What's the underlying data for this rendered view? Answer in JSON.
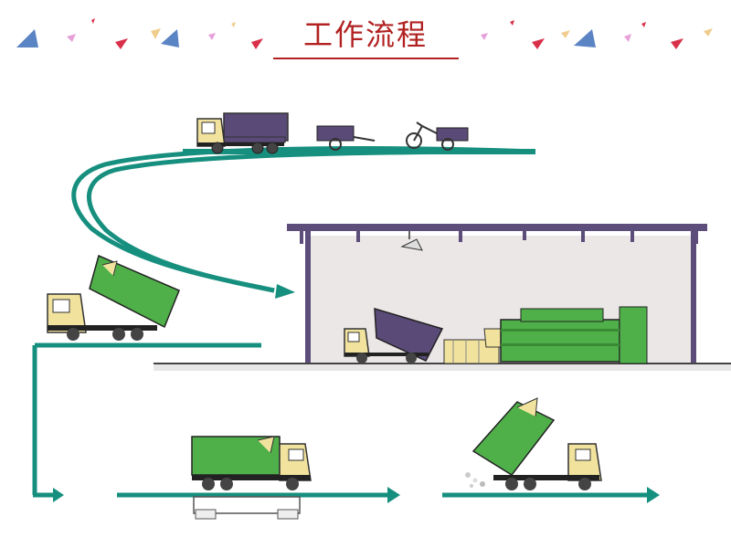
{
  "header": {
    "title": "工作流程"
  },
  "colors": {
    "title": "#b22222",
    "flow_path": "#178f7f",
    "container_green": "#4fb04a",
    "truck_cab": "#f1e39e",
    "truck_body_purple": "#5a4a78",
    "building_wall": "#ebe7e6",
    "building_frame": "#5c4d7a",
    "bunting_blue": "#5b84c4",
    "bunting_red": "#d9304a",
    "bunting_pink": "#e7a0d8",
    "bunting_yellow": "#f0cd8e"
  },
  "stages": [
    {
      "id": "collection",
      "vehicles": [
        "compactor-truck",
        "hand-cart",
        "tricycle-cart"
      ]
    },
    {
      "id": "transfer-station-compaction",
      "vehicles": [
        "dump-truck",
        "compactor-station",
        "container"
      ]
    },
    {
      "id": "container-loaded",
      "vehicles": [
        "hook-lift-truck"
      ]
    },
    {
      "id": "weighing",
      "vehicles": [
        "hook-lift-truck",
        "weighbridge"
      ]
    },
    {
      "id": "disposal-unloading",
      "vehicles": [
        "hook-lift-truck"
      ]
    }
  ]
}
